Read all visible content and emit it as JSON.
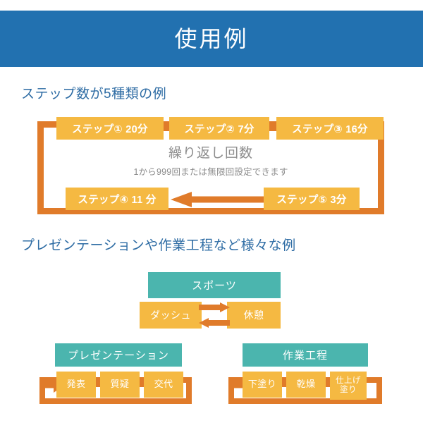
{
  "banner": {
    "title": "使用例",
    "background_color": "#2271b0",
    "text_color": "#ffffff"
  },
  "colors": {
    "blue": "#2271b0",
    "heading_blue": "#2e6ca4",
    "amber": "#f5b942",
    "dark_orange": "#e07b2a",
    "teal": "#4bb5ae",
    "gray_text": "#8d8d8d",
    "background": "#ffffff"
  },
  "sections": {
    "steps": {
      "heading": "ステップ数が5種類の例",
      "center_label": "繰り返し回数",
      "center_sublabel": "1から999回または無限回設定できます",
      "steps": [
        {
          "label": "ステップ① 20分",
          "name": "ステップ①",
          "duration": "20分"
        },
        {
          "label": "ステップ② 7分",
          "name": "ステップ②",
          "duration": "7分"
        },
        {
          "label": "ステップ③ 16分",
          "name": "ステップ③",
          "duration": "16分"
        },
        {
          "label": "ステップ④ 11 分",
          "name": "ステップ④",
          "duration": "11 分"
        },
        {
          "label": "ステップ⑤ 3分",
          "name": "ステップ⑤",
          "duration": "3分"
        }
      ]
    },
    "examples": {
      "heading": "プレゼンテーションや作業工程など様々な例",
      "groups": [
        {
          "title": "スポーツ",
          "items": [
            "ダッシュ",
            "休憩"
          ],
          "arrow_type": "bidirectional"
        },
        {
          "title": "プレゼンテーション",
          "items": [
            "発表",
            "質疑",
            "交代"
          ],
          "arrow_type": "loop"
        },
        {
          "title": "作業工程",
          "items": [
            "下塗り",
            "乾燥",
            "仕上げ\n塗り"
          ],
          "arrow_type": "loop"
        }
      ]
    }
  }
}
